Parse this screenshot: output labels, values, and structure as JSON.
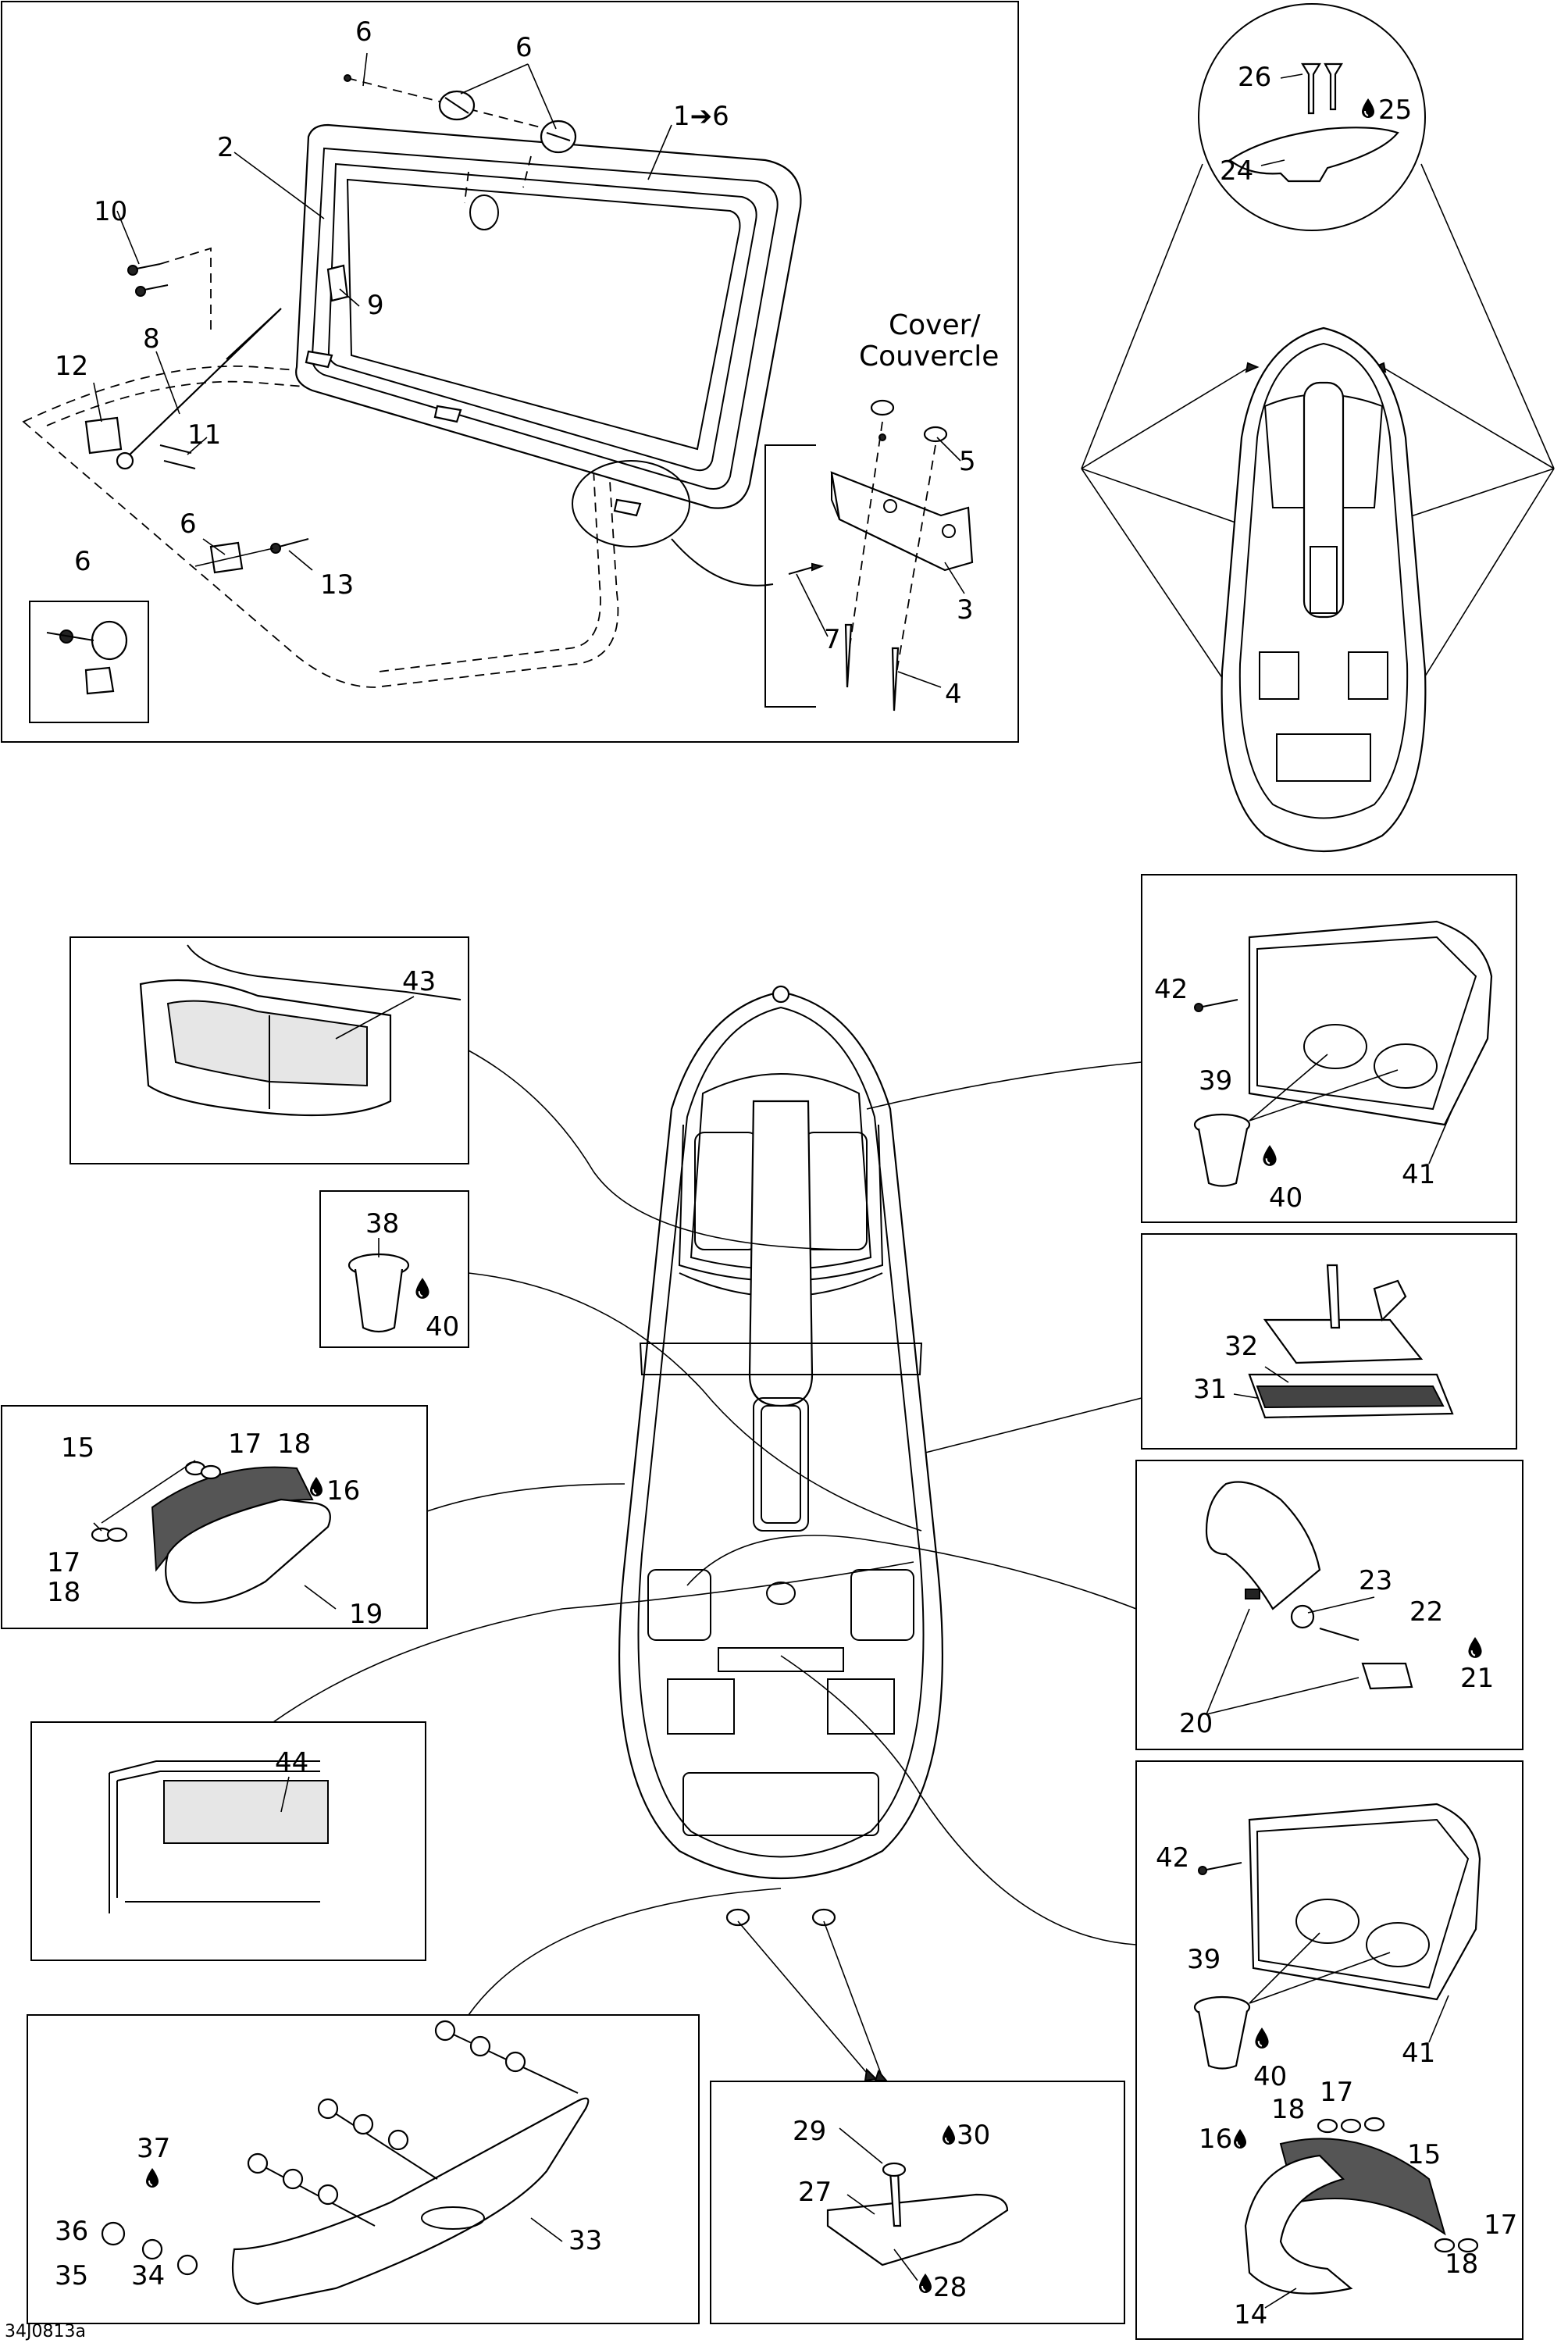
{
  "drawing_code": "34J0813a",
  "cover_label_line1": "Cover/",
  "cover_label_line2": "Couvercle",
  "drop_icon": "liquid-drop-icon",
  "callouts": {
    "c1": "1➔6",
    "c2": "2",
    "c3": "3",
    "c4": "4",
    "c5": "5",
    "c6": "6",
    "c7": "7",
    "c8": "8",
    "c9": "9",
    "c10": "10",
    "c11": "11",
    "c12": "12",
    "c13": "13",
    "c14": "14",
    "c15": "15",
    "c16": "16",
    "c17": "17",
    "c18": "18",
    "c19": "19",
    "c20": "20",
    "c21": "21",
    "c22": "22",
    "c23": "23",
    "c24": "24",
    "c25": "25",
    "c26": "26",
    "c27": "27",
    "c28": "28",
    "c29": "29",
    "c30": "30",
    "c31": "31",
    "c32": "32",
    "c33": "33",
    "c34": "34",
    "c35": "35",
    "c36": "36",
    "c37": "37",
    "c38": "38",
    "c39": "39",
    "c40": "40",
    "c41": "41",
    "c42": "42",
    "c43": "43",
    "c44": "44"
  }
}
